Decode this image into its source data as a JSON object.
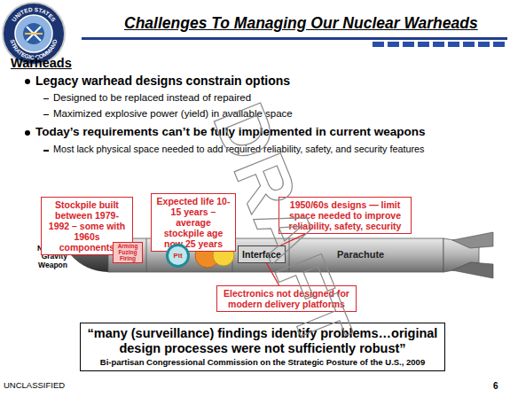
{
  "diagram": {
    "title": "Challenges To Managing Our Nuclear Warheads",
    "nodes": [
      {
        "text": [
          "Stockpile built between 1979-1992 – some with 1960s components"
        ]
      },
      {
        "text": [
          "Expected life 10-15 years – average stockpile age now 25 years"
        ]
      },
      {
        "text": [
          "1950/60s designs — limit space needed to improve reliability, safety, security"
        ]
      },
      {
        "text": [
          "Arming Fuzing Firing"
        ]
      },
      {
        "text": [
          "Pit"
        ]
      },
      {
        "text": [
          "Interface"
        ]
      },
      {
        "text": [
          "Electronics not designed for modern delivery platforms"
        ]
      },
      {
        "text": [
          "“many (surveillance) findings identify problems…original design processes were not sufficiently robust”",
          "Bi-partisan Congressional Commission on the Strategic Posture of the U.S., 2009"
        ]
      }
    ],
    "edges": [
      {
        "from": 0,
        "to": 3,
        "arrow": "none"
      },
      {
        "from": 1,
        "to": 4,
        "arrow": "none"
      },
      {
        "from": 2,
        "to": 5,
        "arrow": "none"
      },
      {
        "from": 6,
        "to": 5,
        "arrow": "none"
      }
    ],
    "labels": [
      "UNITED STATES",
      "STRATEGIC COMMAND",
      "Warheads",
      "Legacy warhead designs constrain options",
      "Designed to be replaced instead of repaired",
      "Maximized explosive power (yield) in available space",
      "Today’s requirements can’t be fully implemented in current weapons",
      "Most lack physical space needed to add required reliability, safety, and security features",
      "Notional Gravity Weapon",
      "Parachute",
      "UNCLASSIFIED",
      "6",
      "DRAFT"
    ]
  }
}
